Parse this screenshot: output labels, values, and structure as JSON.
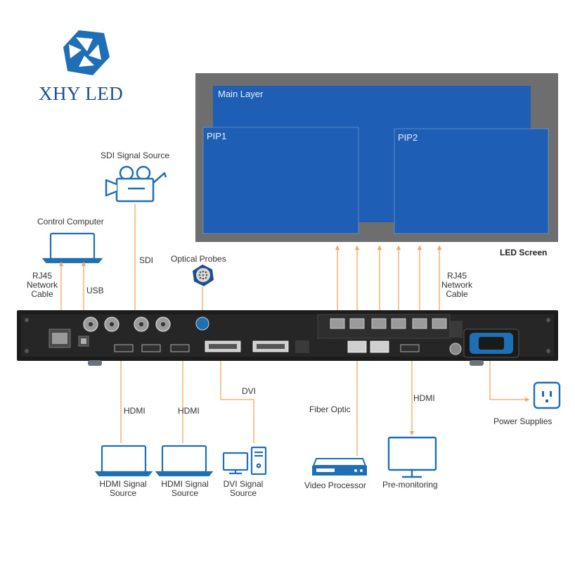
{
  "brand": {
    "name": "XHY LED"
  },
  "screen": {
    "main_layer": "Main Layer",
    "pip1": "PIP1",
    "pip2": "PIP2",
    "title": "LED Screen"
  },
  "sources": {
    "sdi": "SDI Signal Source",
    "control_computer": "Control Computer",
    "optical_probes": "Optical Probes",
    "hdmi_source_1": [
      "HDMI Signal",
      "Source"
    ],
    "hdmi_source_2": [
      "HDMI Signal",
      "Source"
    ],
    "dvi_source": [
      "DVI Signal",
      "Source"
    ],
    "video_processor": "Video Processor",
    "pre_monitoring": "Pre-monitoring",
    "power_supplies": "Power Supplies"
  },
  "connections": {
    "sdi": "SDI",
    "usb": "USB",
    "rj45_left": [
      "RJ45",
      "Network",
      "Cable"
    ],
    "rj45_right": [
      "RJ45",
      "Network",
      "Cable"
    ],
    "hdmi_1": "HDMI",
    "hdmi_2": "HDMI",
    "dvi": "DVI",
    "fiber_optic": "Fiber Optic",
    "hdmi_out": "HDMI"
  },
  "colors": {
    "screen_frame": "#6e6e6e",
    "screen_fill": "#1e5fb5",
    "arrow": "#f0a860",
    "device_body": "#1c1c1c",
    "icon": "#1e6fb5",
    "brand": "#1e4f8c"
  },
  "icons": [
    "camera-icon",
    "laptop-icon",
    "optical-probe-icon",
    "monitor-icon",
    "desktop-computer-icon",
    "video-processor-icon",
    "power-outlet-icon",
    "logo-icon"
  ]
}
